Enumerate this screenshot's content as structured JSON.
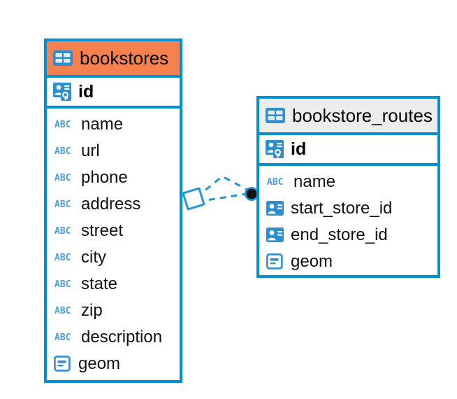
{
  "diagram": {
    "type": "entity-relationship-diagram",
    "background_color": "#ffffff",
    "entity_border_color": "#0090d4",
    "icon_color": "#2b8fd1",
    "entities": [
      {
        "name": "bookstores",
        "header_color": "#f5814f",
        "primary_key": {
          "label": "id",
          "icon": "primary-key-icon"
        },
        "fields": [
          {
            "label": "name",
            "icon": "text-abc-icon"
          },
          {
            "label": "url",
            "icon": "text-abc-icon"
          },
          {
            "label": "phone",
            "icon": "text-abc-icon"
          },
          {
            "label": "address",
            "icon": "text-abc-icon"
          },
          {
            "label": "street",
            "icon": "text-abc-icon"
          },
          {
            "label": "city",
            "icon": "text-abc-icon"
          },
          {
            "label": "state",
            "icon": "text-abc-icon"
          },
          {
            "label": "zip",
            "icon": "text-abc-icon"
          },
          {
            "label": "description",
            "icon": "text-abc-icon"
          },
          {
            "label": "geom",
            "icon": "geometry-icon"
          }
        ]
      },
      {
        "name": "bookstore_routes",
        "header_color": "#ededed",
        "primary_key": {
          "label": "id",
          "icon": "primary-key-icon"
        },
        "fields": [
          {
            "label": "name",
            "icon": "text-abc-icon"
          },
          {
            "label": "start_store_id",
            "icon": "foreign-key-icon"
          },
          {
            "label": "end_store_id",
            "icon": "foreign-key-icon"
          },
          {
            "label": "geom",
            "icon": "geometry-icon"
          }
        ]
      }
    ],
    "relationship": {
      "line_style": "dashed",
      "line_color": "#1b9ad6",
      "source_endpoint": "diamond",
      "target_endpoint": "filled-circle"
    }
  }
}
